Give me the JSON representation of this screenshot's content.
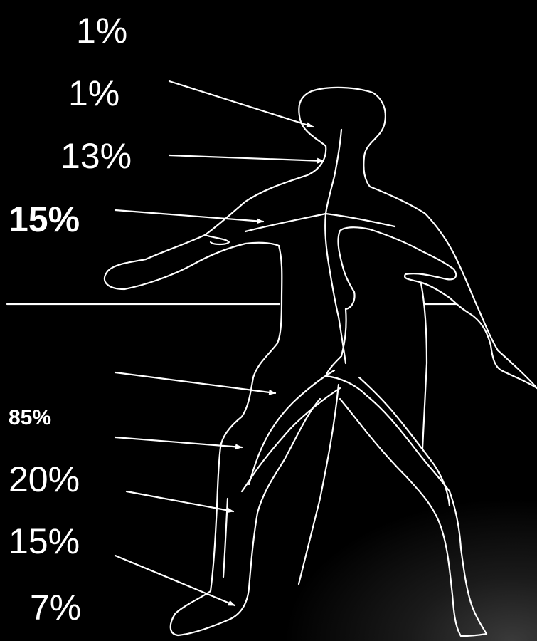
{
  "labels": {
    "l1": "1%",
    "l2": "1%",
    "l3": "13%",
    "l4": "15%",
    "l5": "85%",
    "l6": "20%",
    "l7": "15%",
    "l8": "7%"
  },
  "colors": {
    "background": "#000000",
    "stroke": "#ffffff",
    "text": "#ffffff"
  }
}
